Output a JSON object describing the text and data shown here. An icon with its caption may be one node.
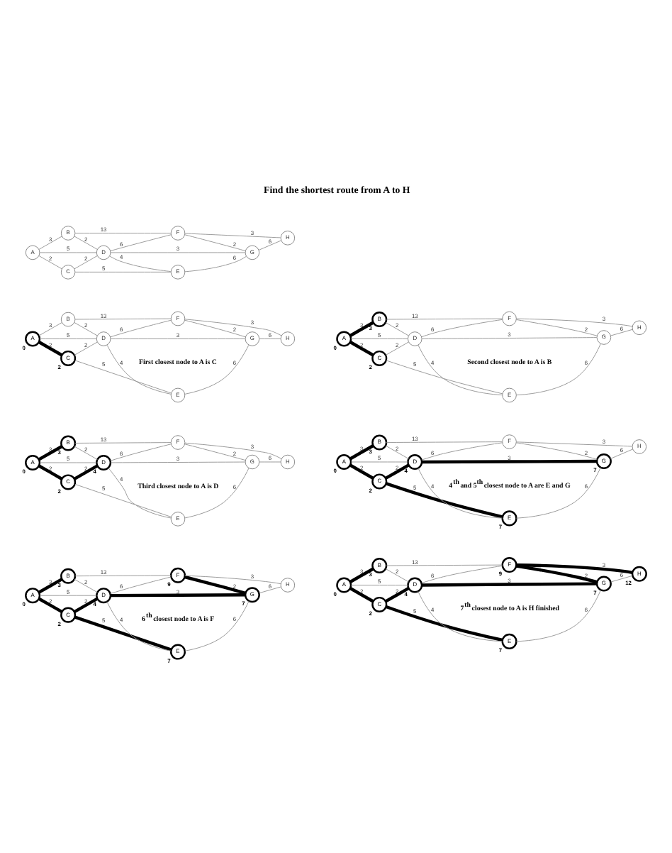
{
  "diagram": {
    "title": "Find the shortest route from A to H",
    "nodes": [
      {
        "text": [
          "A"
        ]
      },
      {
        "text": [
          "B"
        ]
      },
      {
        "text": [
          "C"
        ]
      },
      {
        "text": [
          "D"
        ]
      },
      {
        "text": [
          "E"
        ]
      },
      {
        "text": [
          "F"
        ]
      },
      {
        "text": [
          "G"
        ]
      },
      {
        "text": [
          "H"
        ]
      },
      {
        "text": [
          "A"
        ],
        "beside": [
          "0"
        ]
      },
      {
        "text": [
          "B"
        ]
      },
      {
        "text": [
          "C"
        ],
        "beside": [
          "2"
        ]
      },
      {
        "text": [
          "D"
        ]
      },
      {
        "text": [
          "E"
        ]
      },
      {
        "text": [
          "F"
        ]
      },
      {
        "text": [
          "G"
        ]
      },
      {
        "text": [
          "H"
        ]
      },
      {
        "text": [
          "A"
        ],
        "beside": [
          "0"
        ]
      },
      {
        "text": [
          "B"
        ],
        "beside": [
          "3"
        ]
      },
      {
        "text": [
          "C"
        ],
        "beside": [
          "2"
        ]
      },
      {
        "text": [
          "D"
        ]
      },
      {
        "text": [
          "E"
        ]
      },
      {
        "text": [
          "F"
        ]
      },
      {
        "text": [
          "G"
        ]
      },
      {
        "text": [
          "H"
        ]
      },
      {
        "text": [
          "A"
        ],
        "beside": [
          "0"
        ]
      },
      {
        "text": [
          "B"
        ],
        "beside": [
          "3"
        ]
      },
      {
        "text": [
          "C"
        ],
        "beside": [
          "2"
        ]
      },
      {
        "text": [
          "D"
        ],
        "beside": [
          "4"
        ]
      },
      {
        "text": [
          "E"
        ]
      },
      {
        "text": [
          "F"
        ]
      },
      {
        "text": [
          "G"
        ]
      },
      {
        "text": [
          "H"
        ]
      },
      {
        "text": [
          "A"
        ],
        "beside": [
          "0"
        ]
      },
      {
        "text": [
          "B"
        ],
        "beside": [
          "3"
        ]
      },
      {
        "text": [
          "C"
        ],
        "beside": [
          "2"
        ]
      },
      {
        "text": [
          "D"
        ],
        "beside": [
          "4"
        ]
      },
      {
        "text": [
          "E"
        ],
        "beside": [
          "7"
        ]
      },
      {
        "text": [
          "F"
        ]
      },
      {
        "text": [
          "G"
        ],
        "beside": [
          "7"
        ]
      },
      {
        "text": [
          "H"
        ]
      },
      {
        "text": [
          "A"
        ],
        "beside": [
          "0"
        ]
      },
      {
        "text": [
          "B"
        ],
        "beside": [
          "3"
        ]
      },
      {
        "text": [
          "C"
        ],
        "beside": [
          "2"
        ]
      },
      {
        "text": [
          "D"
        ],
        "beside": [
          "4"
        ]
      },
      {
        "text": [
          "E"
        ],
        "beside": [
          "7"
        ]
      },
      {
        "text": [
          "F"
        ],
        "beside": [
          "9"
        ]
      },
      {
        "text": [
          "G"
        ],
        "beside": [
          "7"
        ]
      },
      {
        "text": [
          "H"
        ]
      },
      {
        "text": [
          "A"
        ],
        "beside": [
          "0"
        ]
      },
      {
        "text": [
          "B"
        ],
        "beside": [
          "3"
        ]
      },
      {
        "text": [
          "C"
        ],
        "beside": [
          "2"
        ]
      },
      {
        "text": [
          "D"
        ],
        "beside": [
          "4"
        ]
      },
      {
        "text": [
          "E"
        ],
        "beside": [
          "7"
        ]
      },
      {
        "text": [
          "F"
        ],
        "beside": [
          "9"
        ]
      },
      {
        "text": [
          "G"
        ],
        "beside": [
          "7"
        ]
      },
      {
        "text": [
          "H"
        ],
        "beside": [
          "12"
        ]
      }
    ],
    "edges": [
      {
        "from": 0,
        "to": 1,
        "arrow": "none",
        "label": "3"
      },
      {
        "from": 0,
        "to": 3,
        "arrow": "none",
        "label": "5"
      },
      {
        "from": 0,
        "to": 2,
        "arrow": "none",
        "label": "2"
      },
      {
        "from": 1,
        "to": 5,
        "arrow": "none",
        "label": "13"
      },
      {
        "from": 1,
        "to": 3,
        "arrow": "none",
        "label": "2"
      },
      {
        "from": 2,
        "to": 3,
        "arrow": "none",
        "label": "2"
      },
      {
        "from": 2,
        "to": 4,
        "arrow": "none",
        "label": "5"
      },
      {
        "from": 3,
        "to": 5,
        "arrow": "none",
        "label": "6"
      },
      {
        "from": 3,
        "to": 4,
        "arrow": "none",
        "label": "4"
      },
      {
        "from": 3,
        "to": 6,
        "arrow": "none",
        "label": "3"
      },
      {
        "from": 4,
        "to": 6,
        "arrow": "none",
        "label": "6"
      },
      {
        "from": 5,
        "to": 6,
        "arrow": "none",
        "label": "2"
      },
      {
        "from": 5,
        "to": 7,
        "arrow": "none",
        "label": "3"
      },
      {
        "from": 6,
        "to": 7,
        "arrow": "none",
        "label": "6"
      },
      {
        "from": 8,
        "to": 9,
        "arrow": "none",
        "label": "3"
      },
      {
        "from": 8,
        "to": 11,
        "arrow": "none",
        "label": "5"
      },
      {
        "from": 8,
        "to": 10,
        "arrow": "none",
        "label": "2",
        "style": "thick",
        "color": "#000000"
      },
      {
        "from": 9,
        "to": 13,
        "arrow": "none",
        "label": "13"
      },
      {
        "from": 9,
        "to": 11,
        "arrow": "none",
        "label": "2"
      },
      {
        "from": 10,
        "to": 11,
        "arrow": "none",
        "label": "2"
      },
      {
        "from": 10,
        "to": 12,
        "arrow": "none",
        "label": "5"
      },
      {
        "from": 11,
        "to": 13,
        "arrow": "none",
        "label": "6"
      },
      {
        "from": 11,
        "to": 12,
        "arrow": "none",
        "label": "4"
      },
      {
        "from": 11,
        "to": 14,
        "arrow": "none",
        "label": "3"
      },
      {
        "from": 12,
        "to": 14,
        "arrow": "none",
        "label": "6"
      },
      {
        "from": 13,
        "to": 14,
        "arrow": "none",
        "label": "2"
      },
      {
        "from": 13,
        "to": 15,
        "arrow": "none",
        "label": "3"
      },
      {
        "from": 14,
        "to": 15,
        "arrow": "none",
        "label": "6"
      },
      {
        "from": 16,
        "to": 17,
        "arrow": "none",
        "label": "3",
        "style": "thick",
        "color": "#000000"
      },
      {
        "from": 16,
        "to": 19,
        "arrow": "none",
        "label": "5"
      },
      {
        "from": 16,
        "to": 18,
        "arrow": "none",
        "label": "2",
        "style": "thick",
        "color": "#000000"
      },
      {
        "from": 17,
        "to": 21,
        "arrow": "none",
        "label": "13"
      },
      {
        "from": 17,
        "to": 19,
        "arrow": "none",
        "label": "2"
      },
      {
        "from": 18,
        "to": 19,
        "arrow": "none",
        "label": "2"
      },
      {
        "from": 18,
        "to": 20,
        "arrow": "none",
        "label": "5"
      },
      {
        "from": 19,
        "to": 21,
        "arrow": "none",
        "label": "6"
      },
      {
        "from": 19,
        "to": 20,
        "arrow": "none",
        "label": "4"
      },
      {
        "from": 19,
        "to": 22,
        "arrow": "none",
        "label": "3"
      },
      {
        "from": 20,
        "to": 22,
        "arrow": "none",
        "label": "6"
      },
      {
        "from": 21,
        "to": 22,
        "arrow": "none",
        "label": "2"
      },
      {
        "from": 21,
        "to": 23,
        "arrow": "none",
        "label": "3"
      },
      {
        "from": 22,
        "to": 23,
        "arrow": "none",
        "label": "6"
      },
      {
        "from": 24,
        "to": 25,
        "arrow": "none",
        "label": "3",
        "style": "thick",
        "color": "#000000"
      },
      {
        "from": 24,
        "to": 27,
        "arrow": "none",
        "label": "5"
      },
      {
        "from": 24,
        "to": 26,
        "arrow": "none",
        "label": "2",
        "style": "thick",
        "color": "#000000"
      },
      {
        "from": 25,
        "to": 29,
        "arrow": "none",
        "label": "13"
      },
      {
        "from": 25,
        "to": 27,
        "arrow": "none",
        "label": "2"
      },
      {
        "from": 26,
        "to": 27,
        "arrow": "none",
        "label": "2",
        "style": "thick",
        "color": "#000000"
      },
      {
        "from": 26,
        "to": 28,
        "arrow": "none",
        "label": "5"
      },
      {
        "from": 27,
        "to": 29,
        "arrow": "none",
        "label": "6"
      },
      {
        "from": 27,
        "to": 28,
        "arrow": "none",
        "label": "4"
      },
      {
        "from": 27,
        "to": 30,
        "arrow": "none",
        "label": "3"
      },
      {
        "from": 28,
        "to": 30,
        "arrow": "none",
        "label": "6"
      },
      {
        "from": 29,
        "to": 30,
        "arrow": "none",
        "label": "2"
      },
      {
        "from": 29,
        "to": 31,
        "arrow": "none",
        "label": "3"
      },
      {
        "from": 30,
        "to": 31,
        "arrow": "none",
        "label": "6"
      },
      {
        "from": 32,
        "to": 33,
        "arrow": "none",
        "label": "3",
        "style": "thick",
        "color": "#000000"
      },
      {
        "from": 32,
        "to": 35,
        "arrow": "none",
        "label": "5"
      },
      {
        "from": 32,
        "to": 34,
        "arrow": "none",
        "label": "2",
        "style": "thick",
        "color": "#000000"
      },
      {
        "from": 33,
        "to": 37,
        "arrow": "none",
        "label": "13"
      },
      {
        "from": 33,
        "to": 35,
        "arrow": "none",
        "label": "2"
      },
      {
        "from": 34,
        "to": 35,
        "arrow": "none",
        "label": "2",
        "style": "thick",
        "color": "#000000"
      },
      {
        "from": 34,
        "to": 36,
        "arrow": "none",
        "label": "5",
        "style": "thick",
        "color": "#000000"
      },
      {
        "from": 35,
        "to": 37,
        "arrow": "none",
        "label": "6"
      },
      {
        "from": 35,
        "to": 36,
        "arrow": "none",
        "label": "4"
      },
      {
        "from": 35,
        "to": 38,
        "arrow": "none",
        "label": "3",
        "style": "thick",
        "color": "#000000"
      },
      {
        "from": 36,
        "to": 38,
        "arrow": "none",
        "label": "6"
      },
      {
        "from": 37,
        "to": 38,
        "arrow": "none",
        "label": "2"
      },
      {
        "from": 37,
        "to": 39,
        "arrow": "none",
        "label": "3"
      },
      {
        "from": 38,
        "to": 39,
        "arrow": "none",
        "label": "6"
      },
      {
        "from": 40,
        "to": 41,
        "arrow": "none",
        "label": "3",
        "style": "thick",
        "color": "#000000"
      },
      {
        "from": 40,
        "to": 43,
        "arrow": "none",
        "label": "5"
      },
      {
        "from": 40,
        "to": 42,
        "arrow": "none",
        "label": "2",
        "style": "thick",
        "color": "#000000"
      },
      {
        "from": 41,
        "to": 45,
        "arrow": "none",
        "label": "13"
      },
      {
        "from": 41,
        "to": 43,
        "arrow": "none",
        "label": "2"
      },
      {
        "from": 42,
        "to": 43,
        "arrow": "none",
        "label": "2",
        "style": "thick",
        "color": "#000000"
      },
      {
        "from": 42,
        "to": 44,
        "arrow": "none",
        "label": "5",
        "style": "thick",
        "color": "#000000"
      },
      {
        "from": 43,
        "to": 45,
        "arrow": "none",
        "label": "6"
      },
      {
        "from": 43,
        "to": 44,
        "arrow": "none",
        "label": "4"
      },
      {
        "from": 43,
        "to": 46,
        "arrow": "none",
        "label": "3",
        "style": "thick",
        "color": "#000000"
      },
      {
        "from": 44,
        "to": 46,
        "arrow": "none",
        "label": "6"
      },
      {
        "from": 45,
        "to": 46,
        "arrow": "none",
        "label": "2",
        "style": "thick",
        "color": "#000000"
      },
      {
        "from": 45,
        "to": 47,
        "arrow": "none",
        "label": "3"
      },
      {
        "from": 46,
        "to": 47,
        "arrow": "none",
        "label": "6"
      },
      {
        "from": 48,
        "to": 49,
        "arrow": "none",
        "label": "3",
        "style": "thick",
        "color": "#000000"
      },
      {
        "from": 48,
        "to": 51,
        "arrow": "none",
        "label": "5"
      },
      {
        "from": 48,
        "to": 50,
        "arrow": "none",
        "label": "2",
        "style": "thick",
        "color": "#000000"
      },
      {
        "from": 49,
        "to": 53,
        "arrow": "none",
        "label": "13"
      },
      {
        "from": 49,
        "to": 51,
        "arrow": "none",
        "label": "2"
      },
      {
        "from": 50,
        "to": 51,
        "arrow": "none",
        "label": "2",
        "style": "thick",
        "color": "#000000"
      },
      {
        "from": 50,
        "to": 52,
        "arrow": "none",
        "label": "5",
        "style": "thick",
        "color": "#000000"
      },
      {
        "from": 51,
        "to": 53,
        "arrow": "none",
        "label": "6"
      },
      {
        "from": 51,
        "to": 52,
        "arrow": "none",
        "label": "4"
      },
      {
        "from": 51,
        "to": 54,
        "arrow": "none",
        "label": "3",
        "style": "thick",
        "color": "#000000"
      },
      {
        "from": 52,
        "to": 54,
        "arrow": "none",
        "label": "6"
      },
      {
        "from": 53,
        "to": 54,
        "arrow": "none",
        "label": "2",
        "style": "thick",
        "color": "#000000"
      },
      {
        "from": 53,
        "to": 55,
        "arrow": "none",
        "label": "3",
        "style": "thick",
        "color": "#000000"
      },
      {
        "from": 54,
        "to": 55,
        "arrow": "none",
        "label": "6"
      }
    ],
    "labels": [
      "First closest node to A is C",
      "Second closest node to A is B",
      "Third closest node to A is D",
      "4$^{th}$ and 5$^{th}$ closest node to A are E and G",
      "6$^{th}$ closest node to A is F",
      "7$^{th}$ closest node to A is H finished"
    ]
  }
}
